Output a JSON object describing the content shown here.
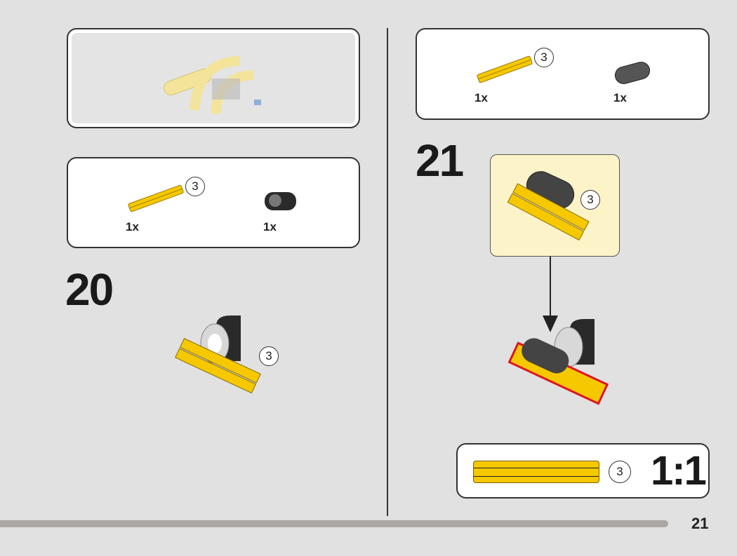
{
  "left": {
    "parts_list": [
      {
        "part": "yellow-axle",
        "length_label": "3",
        "qty": "1x"
      },
      {
        "part": "black-cross-block",
        "qty": "1x"
      }
    ],
    "step_number": "20",
    "step_length_label": "3"
  },
  "right": {
    "parts_list": [
      {
        "part": "yellow-axle",
        "length_label": "3",
        "qty": "1x"
      },
      {
        "part": "dark-gray-liftarm",
        "qty": "1x"
      }
    ],
    "step_number": "21",
    "callout_length_label": "3",
    "scale_box": {
      "length_label": "3",
      "scale": "1:1"
    }
  },
  "footer": {
    "page_number": "21",
    "progress": 0.9
  },
  "colors": {
    "background": "#e1e1e1",
    "yellow": "#f5c800",
    "callout": "#fcf3c8",
    "highlight": "#e0141e"
  }
}
